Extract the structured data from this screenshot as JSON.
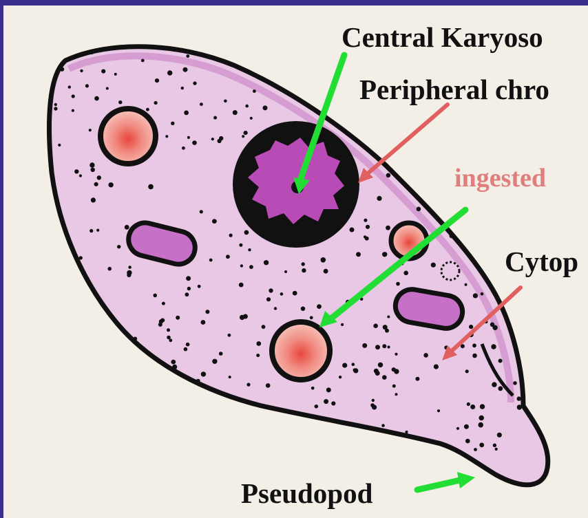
{
  "labels": {
    "central_karyosome": "Central Karyoso",
    "peripheral_chromatin": "Peripheral chro",
    "ingested": "ingested",
    "cytoplasm": "Cytop",
    "pseudopod": "Pseudopod"
  },
  "colors": {
    "background": "#f3efe6",
    "frame": "#3b2f8c",
    "cell_fill": "#e8c8e4",
    "cell_rim": "#b55fb0",
    "outline": "#111111",
    "nucleus_chromatin": "#b84bb5",
    "rbc_fill": "#f2a39b",
    "rbc_core": "#e8463c",
    "vacuole": "#c770c7",
    "arrow_green": "#22dd33",
    "arrow_red": "#e06060",
    "ingested_text": "#e07d7d"
  }
}
